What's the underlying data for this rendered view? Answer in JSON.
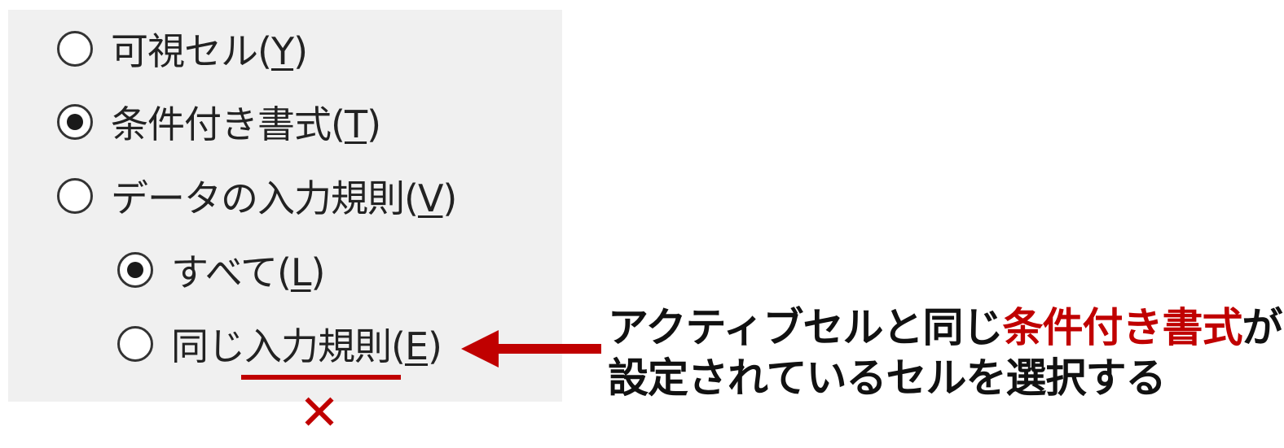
{
  "options": [
    {
      "label": "可視セル(",
      "accel": "Y",
      "close": ")",
      "checked": false
    },
    {
      "label": "条件付き書式(",
      "accel": "T",
      "close": ")",
      "checked": true
    },
    {
      "label": "データの入力規則(",
      "accel": "V",
      "close": ")",
      "checked": false
    }
  ],
  "sub_options": [
    {
      "label": "すべて(",
      "accel": "L",
      "close": ")",
      "checked": true
    },
    {
      "label": "同じ入力規則(",
      "accel": "E",
      "close": ")",
      "checked": false
    }
  ],
  "annotation": {
    "x_mark": "✕",
    "line1_a": "アクティブセルと同じ",
    "line1_highlight": "条件付き書式",
    "line1_b": "が",
    "line2": "設定されているセルを選択する"
  },
  "colors": {
    "accent_red": "#c00000",
    "panel_bg": "#f0f0f0"
  }
}
